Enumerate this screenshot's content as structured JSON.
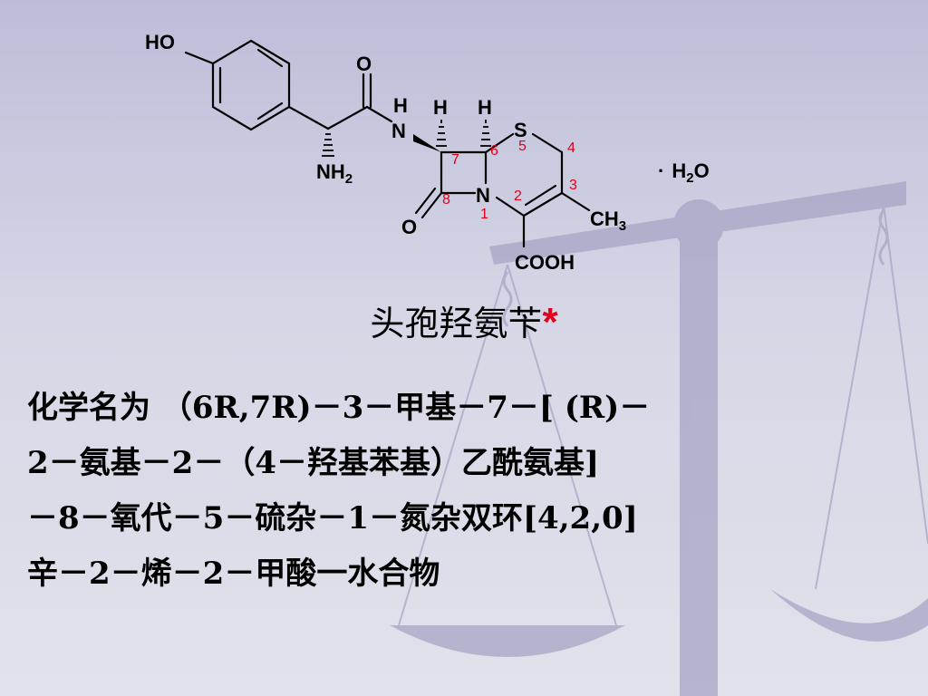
{
  "structure": {
    "atoms": {
      "ho": "HO",
      "o_amide": "O",
      "nh_h": "H",
      "n_amide": "N",
      "h7": "H",
      "h6": "H",
      "s": "S",
      "nh2": "NH",
      "nh2_sub": "2",
      "n_ring": "N",
      "o_lactam": "O",
      "ch3": "CH",
      "ch3_sub": "3",
      "cooh": "COOH",
      "hydrate_dot": "·",
      "h2o_h": "H",
      "h2o_sub": "2",
      "h2o_o": "O"
    },
    "numbers": [
      "1",
      "2",
      "3",
      "4",
      "5",
      "6",
      "7",
      "8"
    ]
  },
  "title": {
    "name": "头孢羟氨苄",
    "star": "*"
  },
  "chemical_name": {
    "lines": [
      "化学名为 （6R,7R)－3－甲基－7－[ (R)－",
      "2－氨基－2－（4－羟基苯基）乙酰氨基]",
      "－8－氧代－5－硫杂－1－氮杂双环[4,2,0]",
      "辛－2－烯－2－甲酸一水合物"
    ]
  },
  "colors": {
    "number_red": "#e0001b",
    "background": "#c8c8dc",
    "scale_shade": "#a9a9c8"
  },
  "decoration": {
    "background_icon": "balance-scale-icon"
  }
}
